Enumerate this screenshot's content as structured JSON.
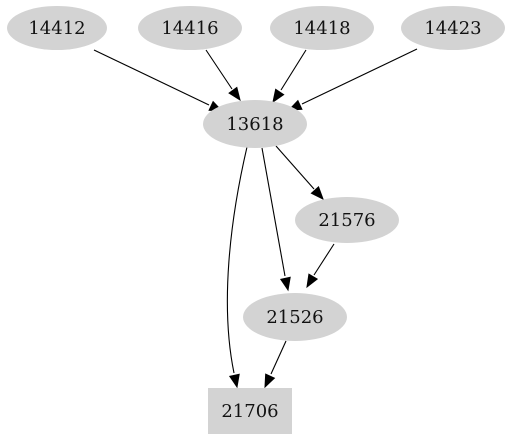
{
  "graph": {
    "node_fill": "#d3d3d3",
    "edge_color": "#000000",
    "nodes": [
      {
        "id": "14412",
        "label": "14412",
        "shape": "ellipse"
      },
      {
        "id": "14416",
        "label": "14416",
        "shape": "ellipse"
      },
      {
        "id": "14418",
        "label": "14418",
        "shape": "ellipse"
      },
      {
        "id": "14423",
        "label": "14423",
        "shape": "ellipse"
      },
      {
        "id": "13618",
        "label": "13618",
        "shape": "ellipse"
      },
      {
        "id": "21576",
        "label": "21576",
        "shape": "ellipse"
      },
      {
        "id": "21526",
        "label": "21526",
        "shape": "ellipse"
      },
      {
        "id": "21706",
        "label": "21706",
        "shape": "box"
      }
    ],
    "edges": [
      {
        "from": "14412",
        "to": "13618"
      },
      {
        "from": "14416",
        "to": "13618"
      },
      {
        "from": "14418",
        "to": "13618"
      },
      {
        "from": "14423",
        "to": "13618"
      },
      {
        "from": "13618",
        "to": "21576"
      },
      {
        "from": "13618",
        "to": "21526"
      },
      {
        "from": "13618",
        "to": "21706"
      },
      {
        "from": "21576",
        "to": "21526"
      },
      {
        "from": "21526",
        "to": "21706"
      }
    ]
  }
}
